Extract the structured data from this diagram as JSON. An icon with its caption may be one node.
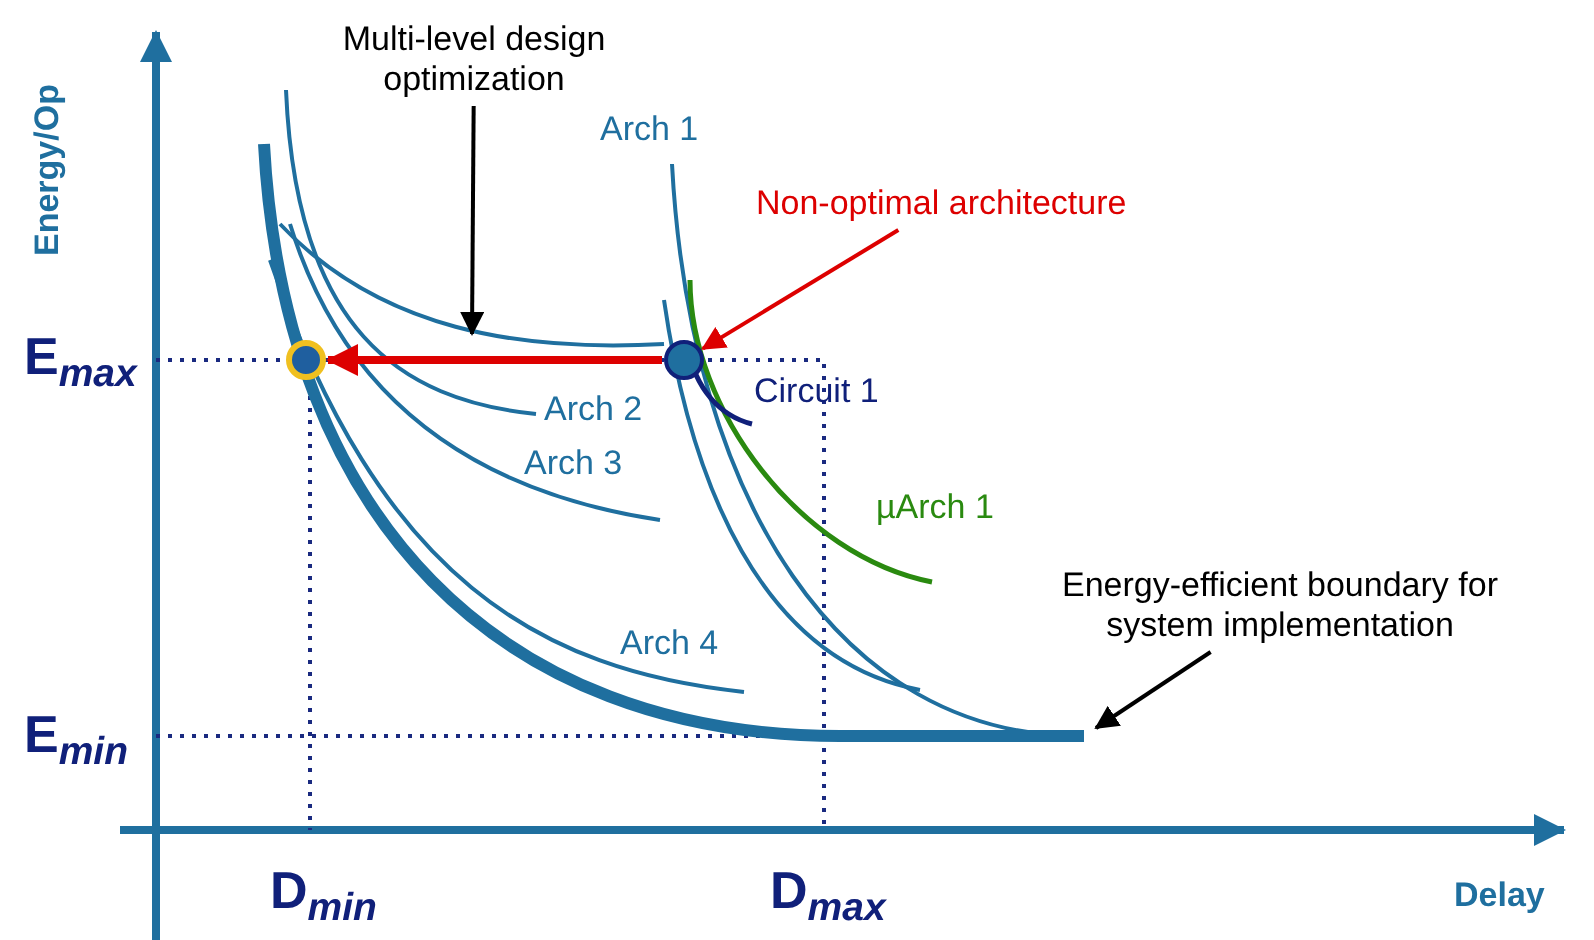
{
  "diagram": {
    "nodes": [
      {
        "text": [],
        "shape": "circle"
      },
      {
        "text": [],
        "shape": "circle"
      },
      {
        "text": [
          "Multi-level design optimization"
        ]
      },
      {
        "text": [
          "Non-optimal architecture"
        ]
      },
      {
        "text": [
          "Energy-efficient boundary for system implementation"
        ]
      }
    ],
    "edges": [
      {
        "from": 1,
        "to": 0,
        "arrow": "to",
        "style": "thick",
        "color": "#dd0000"
      },
      {
        "from": 2,
        "to": null,
        "arrow": "to",
        "color": "#000000"
      },
      {
        "from": 3,
        "to": 1,
        "arrow": "to",
        "color": "#dd0000"
      },
      {
        "from": 4,
        "to": null,
        "arrow": "to",
        "color": "#000000"
      }
    ],
    "labels": [
      "Energy/Op",
      "Arch 1",
      "E$_{max}$",
      "Arch 2",
      "Circuit 1",
      "Arch 3",
      "µArch 1",
      "Arch 4",
      "E$_{min}$",
      "D$_{min}$",
      "D$_{max}$",
      "Delay"
    ]
  }
}
